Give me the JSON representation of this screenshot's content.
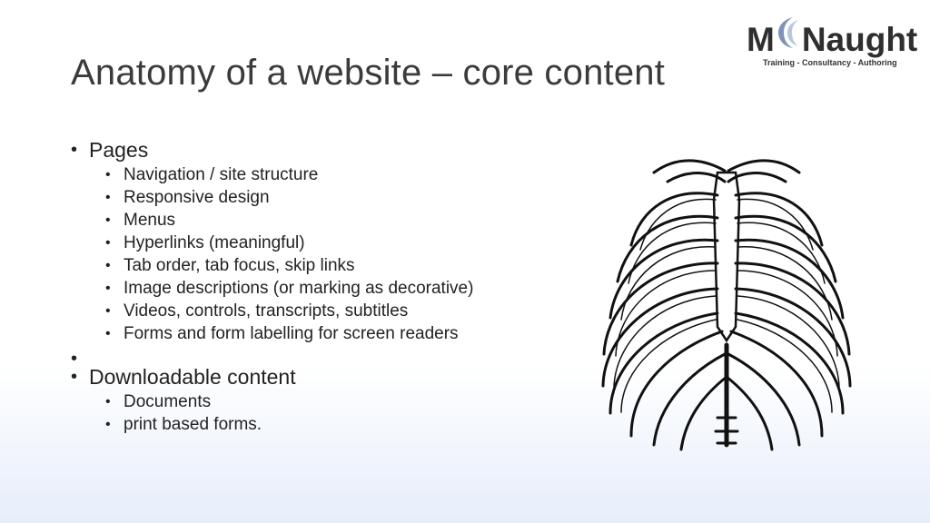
{
  "slide": {
    "title": "Anatomy of a website – core content",
    "logo": {
      "prefix": "M",
      "suffix": "Naught",
      "tagline": "Training - Consultancy - Authoring"
    },
    "sections": [
      {
        "heading": "Pages",
        "items": [
          "Navigation / site structure",
          "Responsive design",
          "Menus",
          "Hyperlinks (meaningful)",
          "Tab order, tab focus, skip links",
          "Image descriptions (or marking as decorative)",
          "Videos, controls, transcripts, subtitles",
          "Forms and form labelling for screen readers"
        ]
      },
      {
        "heading": "Downloadable content",
        "items": [
          "Documents",
          "print based forms."
        ]
      }
    ],
    "colors": {
      "title": "#3b3b3b",
      "text": "#222222",
      "logo_moon": "#7f93b8"
    }
  }
}
